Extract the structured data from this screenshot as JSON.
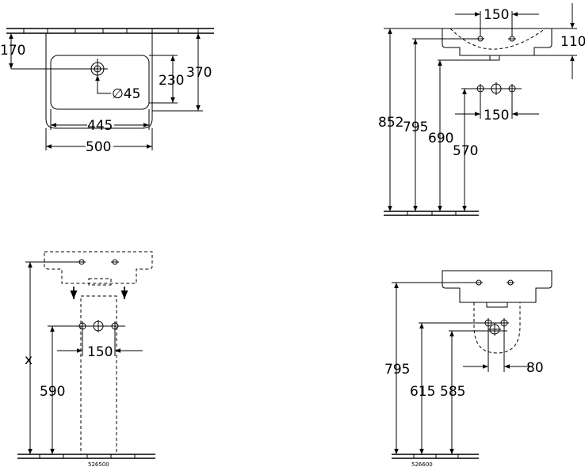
{
  "top_view": {
    "dim_170": "170",
    "dim_230": "230",
    "dim_370": "370",
    "dim_diameter": "∅45",
    "dim_445": "445",
    "dim_500": "500"
  },
  "side_view": {
    "dim_150_top": "150",
    "dim_110": "110",
    "dim_852": "852",
    "dim_795": "795",
    "dim_690": "690",
    "dim_570": "570",
    "dim_150_mid": "150"
  },
  "pedestal_view": {
    "dim_x": "x",
    "dim_590": "590",
    "dim_150": "150",
    "code": "526500"
  },
  "semi_pedestal_view": {
    "dim_795": "795",
    "dim_615": "615",
    "dim_585": "585",
    "dim_80": "80",
    "code": "526600"
  }
}
